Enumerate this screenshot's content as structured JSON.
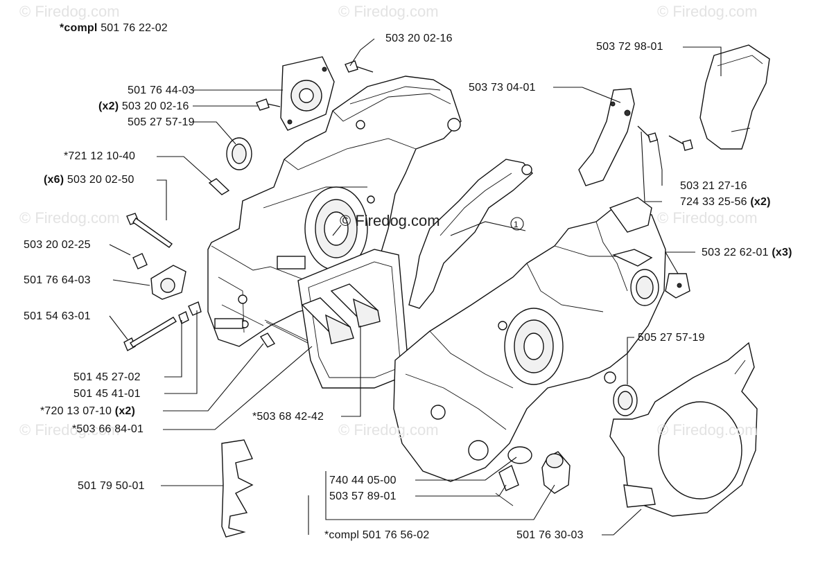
{
  "watermarks": {
    "corner": "© Firedog.com",
    "center": "© Firedog.com"
  },
  "labels": {
    "compl_prefix": "*compl",
    "compl_num": "501 76 22-02",
    "p503200216_top": "503 20 02-16",
    "p503729801": "503 72 98-01",
    "p501764403": "501 76 44-03",
    "x2a_prefix": "(x2)",
    "p503200216_x2": "503 20 02-16",
    "p505275719_top": "505 27 57-19",
    "p503730401": "503 73 04-01",
    "p721121040": "*721 12 10-40",
    "x6_prefix": "(x6)",
    "p503200250": "503 20 02-50",
    "p503212716": "503 21 27-16",
    "p724332556": "724 33 25-56",
    "x2b_suffix": "(x2)",
    "p503200225": "503 20 02-25",
    "callout_1": "1",
    "p503226201": "503 22 62-01",
    "x3_suffix": "(x3)",
    "p501766403": "501 76 64-03",
    "p501546301": "501 54 63-01",
    "p505275719_right": "505 27 57-19",
    "p501452702": "501 45 27-02",
    "p501454101": "501 45 41-01",
    "p720130710": "*720 13 07-10",
    "x2c_suffix": "(x2)",
    "p503668401": "*503 66 84-01",
    "p503684242": "*503 68 42-42",
    "p501795001": "501 79 50-01",
    "p740440500": "740 44 05-00",
    "p503578901": "503 57 89-01",
    "p501763003": "501 76 30-03",
    "partial_bottom": "*compl 501 76 56-02"
  }
}
